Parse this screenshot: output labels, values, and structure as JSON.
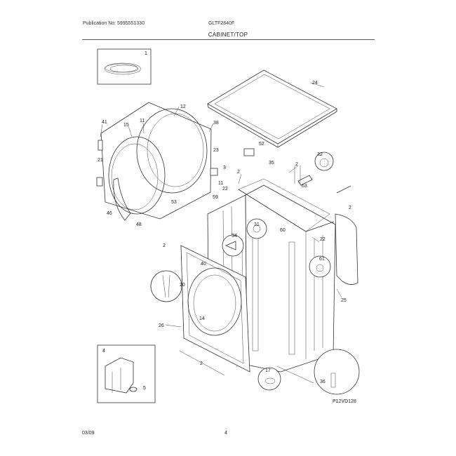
{
  "header": {
    "publication": "Publication No: 5995551330",
    "model": "GLTF2840F",
    "section": "CABINET/TOP"
  },
  "footer": {
    "date": "03/09",
    "page": "4"
  },
  "diagram": {
    "code": "P12VD128",
    "callouts": [
      "1",
      "2",
      "3",
      "4",
      "5",
      "11",
      "12",
      "14",
      "15",
      "17",
      "20",
      "21",
      "22",
      "23",
      "24",
      "25",
      "26",
      "31",
      "32",
      "34",
      "35",
      "36",
      "38",
      "40",
      "41",
      "46",
      "48",
      "52",
      "53",
      "59",
      "60",
      "61",
      "63"
    ]
  }
}
